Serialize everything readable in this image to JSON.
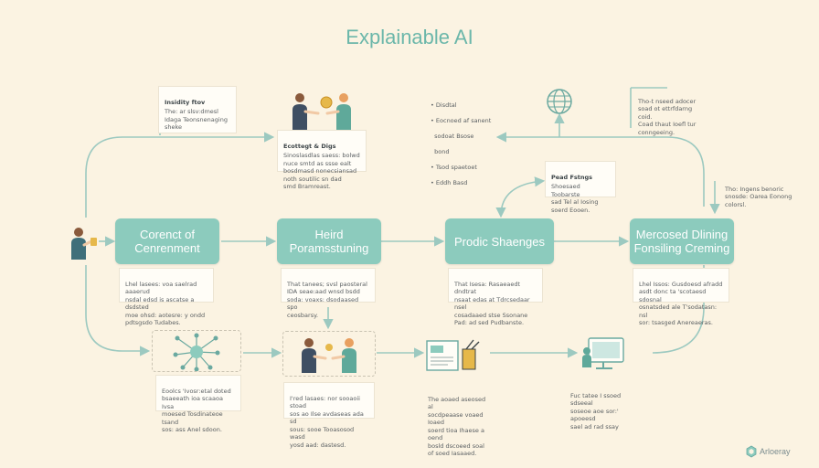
{
  "title": "Explainable AI",
  "stages": [
    {
      "label": "Corenct of Cenrenment"
    },
    {
      "label": "Heird Poramsstuning"
    },
    {
      "label": "Prodic Shaenges"
    },
    {
      "label": "Mercosed Dlining Fonsiling Creming"
    }
  ],
  "notes": {
    "top_left": {
      "title": "Insidity ftov",
      "text": "The: ar slsv:dmesl\nIdaga Teonsnenaging\nsheke"
    },
    "top_center": {
      "title": "Ecottegt & Digs",
      "text": "Sinoslasdlas saess: bolwd\nnuce smtd as ssse ealt\nbosdmasd nonecsiansad\nnoth soutilic sn dad\nsmd Bramreast."
    },
    "top_bullets": {
      "items": [
        "Disdtal",
        "Eocnoed af sanent",
        "sodoat Bsose",
        "bond",
        "Tsod spaetoet",
        "Eddh Basd"
      ]
    },
    "top_right": {
      "title": "",
      "text": "Tho-t nseed adocer\nsoad ot ettrfdarng\ncoid.\nCoad thaut Ioefl tur\nconngeeing."
    },
    "side_loop": {
      "title": "Pead Fstngs",
      "text": "Shoesaed Toobarste\nsad Tel al Iosing\nsoerd Eooen."
    },
    "far_right": {
      "title": "",
      "text": "Tho: Ingens benoric\nsnosde: Oarea Eonong\ncolorsl."
    },
    "under_1": {
      "title": "",
      "text": "Lhel lasees: voa saelrad aaaerud\nnsdal edsd is ascatse a dsdsted\nmoe ohsd: aotesre: y ondd\npdtsgsdo Tudabes."
    },
    "under_2": {
      "title": "",
      "text": "That tanees; svsl paosteral\nIDA seae:aad wnsd bsdd\nsoda: voaxs: dsodaased spo\nceosbarsy."
    },
    "under_3": {
      "title": "",
      "text": "That Isesa: Rasaeaedt dndtrat\nnsaat edas at Tdrcsedaar nsel\ncosadaaed stse Ssonane\nPad: ad sed Pudbanste."
    },
    "under_4": {
      "title": "",
      "text": "Lhel Issos: Gusdoesd afradd\nasdt donc ta 'scotaesd sdosnal\nosnatsded ale T'sodatasn: nsl\nsor: tsasged Anereaeras."
    },
    "bottom_1": {
      "title": "",
      "text": "Eoolcs 'Ivosr:etal doted\nbsaeeath ioa scaaoa Ivsa\nmoesed Tosdinateoe tsand\nsos: ass Anel sdoon."
    },
    "bottom_2": {
      "title": "",
      "text": "I'red lasaes: nor sooaoii stoad\nsos ao Ilse avdaseas ada sd\nsous: sooe Tooasosod wasd\nyosd aad: dastesd."
    },
    "bottom_3": {
      "title": "",
      "text": "The aoaed aseosed al\nsocdpeaase voaed Ioaed\nsoerd tioa Ihaese a oend\nbosld dscoeed soal\nof soed Iasaaed."
    },
    "bottom_4": {
      "title": "",
      "text": "Fuc tatee I ssoed sdseeal\nsoseoe aoe sor:' apoeesd\nsael ad rad ssay"
    }
  },
  "icons": {
    "handshake_top": "people-exchange-icon",
    "globe": "globe-icon",
    "person_left": "person-presenting-icon",
    "network": "neural-network-icon",
    "people_bottom": "people-exchange-icon",
    "chart_doc": "chart-document-icon",
    "computer": "computer-user-icon",
    "logo": "app-logo-icon"
  },
  "logo": {
    "text": "Arloeray"
  },
  "colors": {
    "background": "#fbf3e2",
    "accent": "#8ccbbd",
    "arrow": "#9cc9c0",
    "title": "#6cb7aa"
  }
}
